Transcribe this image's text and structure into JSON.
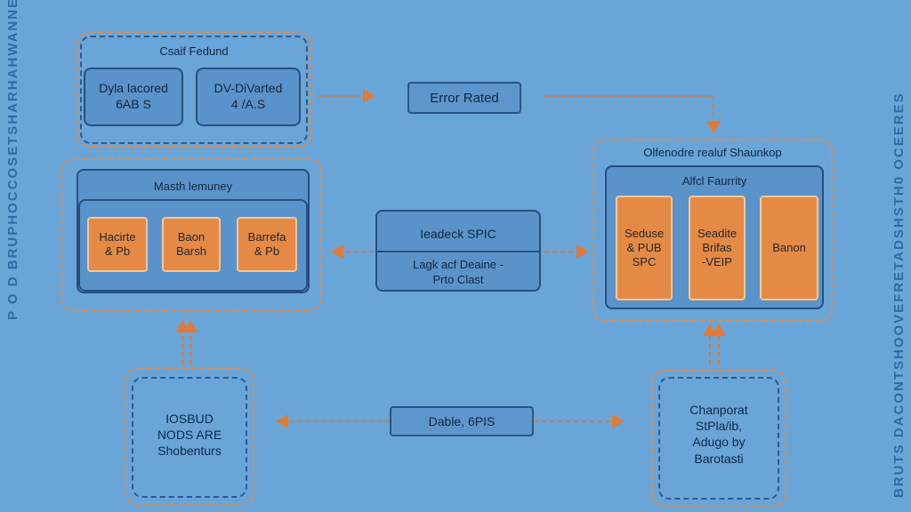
{
  "top_left": {
    "title": "Csaif Fedund",
    "box1": "Dyla lacored\n6AB S",
    "box2": "DV-DiVarted\n4 /A.S"
  },
  "error_box": "Error Rated",
  "middle_left": {
    "title": "Masth lemuney",
    "items": [
      "Hacirte\n& Pb",
      "Baon\nBarsh",
      "Barrefa\n& Pb"
    ]
  },
  "center_box": {
    "top": "Ieadeck SPIC",
    "bottom": "Lagk acf Deaine -\nPrto Clast"
  },
  "right_group": {
    "title": "Olfenodre realuf Shaunkop",
    "subtitle": "Alfcl Faurrity",
    "items": [
      "Seduse\n& PUB\nSPC",
      "Seadite\nBrifas\n-VEIP",
      "Banon"
    ]
  },
  "bottom_left": "IOSBUD\nNODS ARE\nShobenturs",
  "bottom_center": "Dable, 6PIS",
  "bottom_right": "Chanporat\nStPla/ib,\nAdugo by\nBarotasti",
  "side_left": "P O D BRUPHOCCOSETSHARHAHWANNE TRIET",
  "side_right": "BRUTS DACONTSHOOVEFRETADSHSTH0 OCEERES",
  "colors": {
    "background": "#6aa5d8",
    "accent_orange": "#e58a45",
    "dashed_orange": "#e08a4a",
    "border_dark": "#274f7d"
  }
}
